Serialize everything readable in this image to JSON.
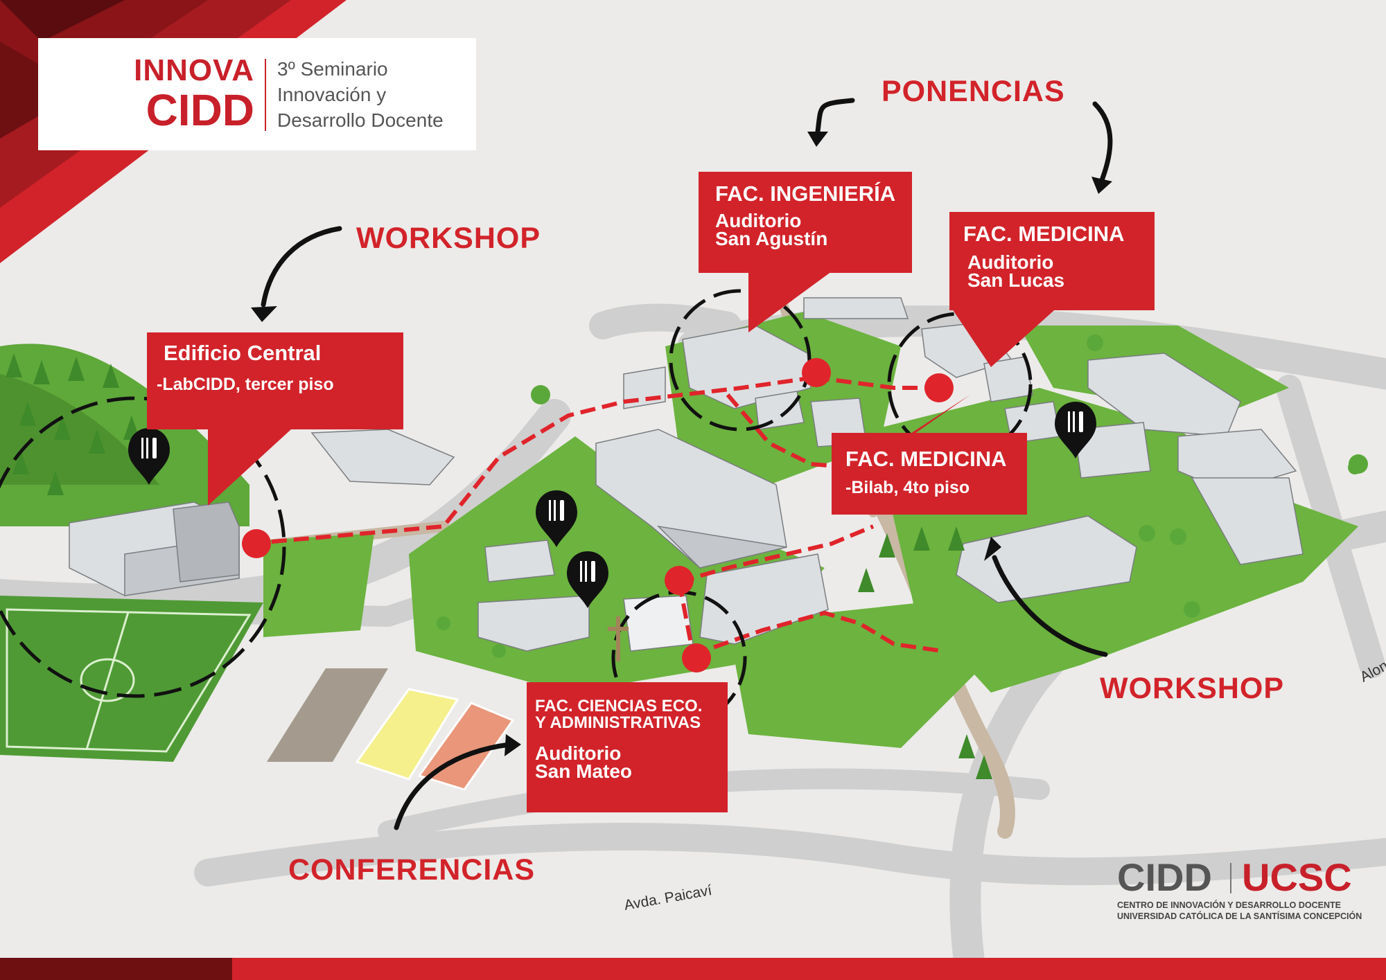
{
  "logo": {
    "innova": "INNOVA",
    "cidd": "CIDD",
    "line1": "3º Seminario",
    "line2": "Innovación y",
    "line3": "Desarrollo Docente"
  },
  "labels": {
    "ponencias": "PONENCIAS",
    "workshop_left": "WORKSHOP",
    "workshop_right": "WORKSHOP",
    "conferencias": "CONFERENCIAS"
  },
  "callouts": {
    "ingenieria": {
      "title": "FAC. INGENIERÍA",
      "line1": "Auditorio",
      "line2": "San Agustín"
    },
    "medicina_top": {
      "title": "FAC. MEDICINA",
      "line1": "Auditorio",
      "line2": "San Lucas"
    },
    "edificio_central": {
      "title": "Edificio Central",
      "sub": "-LabCIDD, tercer piso"
    },
    "medicina_bilab": {
      "title": "FAC. MEDICINA",
      "sub": "-Bilab, 4to piso"
    },
    "economia": {
      "title1": "FAC. CIENCIAS ECO.",
      "title2": "Y ADMINISTRATIVAS",
      "line1": "Auditorio",
      "line2": "San Mateo"
    }
  },
  "streets": {
    "paicavi": "Avda. Paicaví",
    "alonso": "Alon"
  },
  "footer_logo": {
    "cidd": "CIDD",
    "ucsc": "UCSC",
    "line1": "CENTRO DE INNOVACIÓN Y DESARROLLO DOCENTE",
    "line2": "UNIVERSIDAD CATÓLICA DE LA SANTÍSIMA CONCEPCIÓN"
  },
  "colors": {
    "brand_red": "#d2232a",
    "dark_red": "#8a1418",
    "grass": "#6cb33f",
    "road": "#c9c9c9"
  },
  "icons": [
    "restaurant-pin-icon",
    "location-dot-icon",
    "curved-arrow-icon",
    "cross-icon"
  ]
}
